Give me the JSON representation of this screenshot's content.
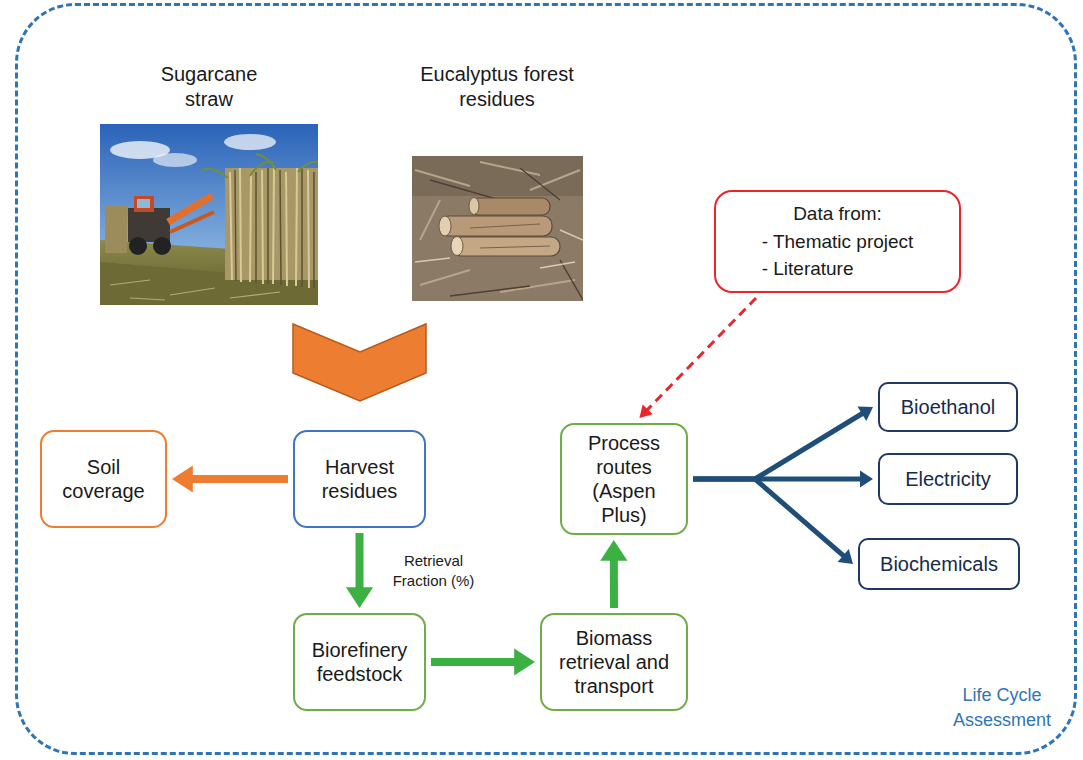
{
  "diagram": {
    "nodes": [
      {
        "text": [
          "Life Cycle Assessment"
        ]
      },
      {
        "text": [
          "Data from:",
          "- Thematic project",
          "- Literature"
        ],
        "in": 0
      },
      {
        "text": [
          "Soil coverage"
        ],
        "in": 0
      },
      {
        "text": [
          "Harvest residues"
        ],
        "in": 0
      },
      {
        "text": [
          "Process routes (Aspen Plus)"
        ],
        "in": 0
      },
      {
        "text": [
          "Bioethanol"
        ],
        "in": 0
      },
      {
        "text": [
          "Electricity"
        ],
        "in": 0
      },
      {
        "text": [
          "Biochemicals"
        ],
        "in": 0
      },
      {
        "text": [
          "Biorefinery feedstock"
        ],
        "in": 0
      },
      {
        "text": [
          "Biomass retrieval and transport"
        ],
        "in": 0
      }
    ],
    "edges": [
      {
        "from": 3,
        "to": 2,
        "arrow": "to"
      },
      {
        "from": 3,
        "to": 8,
        "arrow": "to",
        "label": "Retrieval Fraction (%)"
      },
      {
        "from": 8,
        "to": 9,
        "arrow": "to"
      },
      {
        "from": 9,
        "to": 4,
        "arrow": "to"
      },
      {
        "from": 1,
        "to": 4,
        "arrow": "to"
      },
      {
        "from": 4,
        "to": 5,
        "arrow": "to"
      },
      {
        "from": 4,
        "to": 6,
        "arrow": "to"
      },
      {
        "from": 4,
        "to": 7,
        "arrow": "to"
      }
    ],
    "labels": [
      "Sugarcane straw",
      "Eucalyptus forest residues"
    ]
  }
}
